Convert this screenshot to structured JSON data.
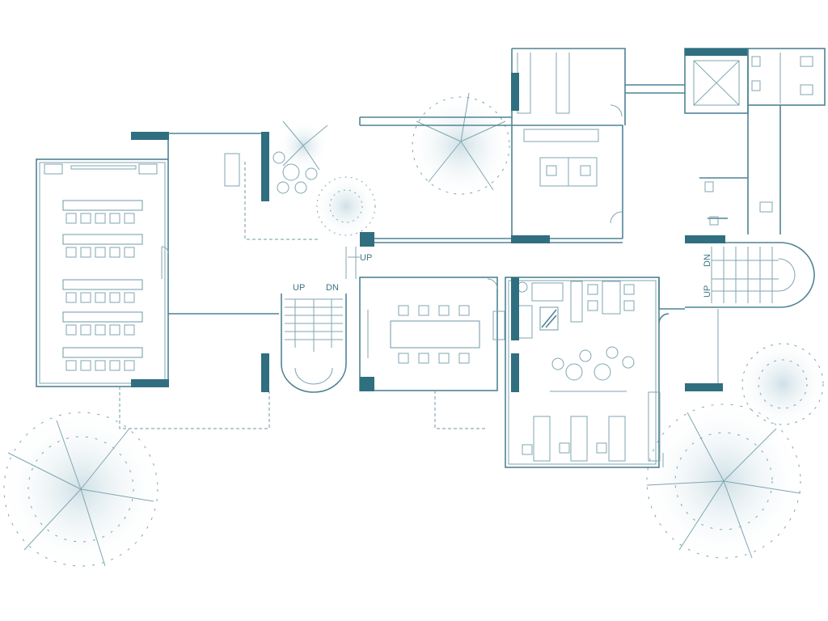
{
  "labels": {
    "central_stair_up": "UP",
    "central_stair_dn": "DN",
    "entrance_up": "UP",
    "right_stair_dn": "DN",
    "right_stair_up": "UP"
  },
  "colors": {
    "wall": "#4f8494",
    "pillar": "#2f6f80",
    "tree": "#6f98a5"
  }
}
